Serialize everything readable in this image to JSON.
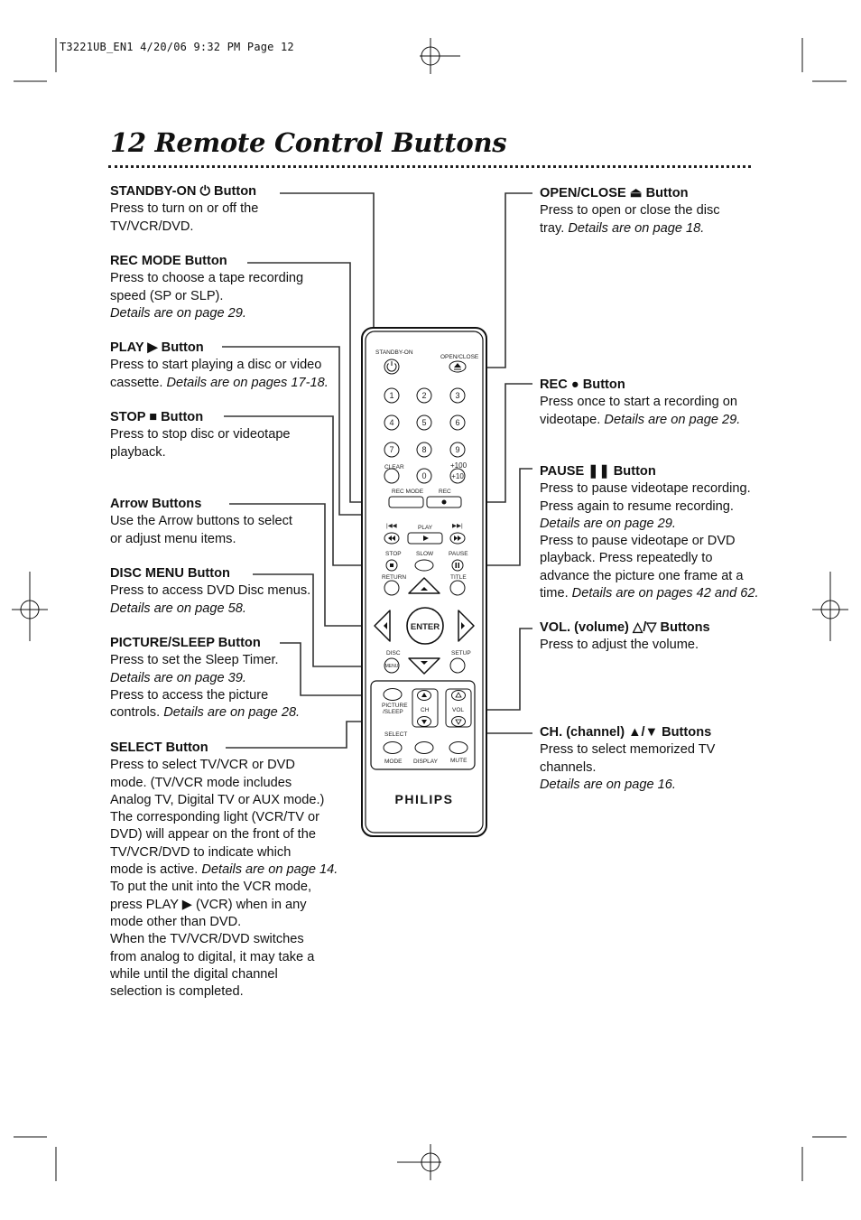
{
  "slug": "T3221UB_EN1  4/20/06  9:32 PM  Page 12",
  "page_title": "12  Remote Control Buttons",
  "left": {
    "standby": {
      "head": "STANDBY-ON ⏻  Button",
      "body": [
        "Press to turn on or off the",
        "TV/VCR/DVD."
      ]
    },
    "recmode": {
      "head": "REC MODE Button",
      "body": [
        "Press to choose a tape recording",
        "speed (SP or SLP)."
      ],
      "details": "Details are on page 29."
    },
    "play": {
      "head": "PLAY ▶  Button",
      "body": [
        "Press to start playing a disc or video"
      ],
      "last": "cassette.",
      "details": " Details are on pages 17-18."
    },
    "stop": {
      "head": "STOP ■  Button",
      "body": [
        "Press to stop disc or videotape",
        "playback."
      ]
    },
    "arrow": {
      "head": "Arrow Buttons",
      "body": [
        "Use the Arrow buttons to select",
        "or adjust menu items."
      ]
    },
    "discmenu": {
      "head": "DISC MENU Button",
      "body": [
        "Press to access DVD Disc menus."
      ],
      "details": "Details are on page 58."
    },
    "picture": {
      "head": "PICTURE/SLEEP Button",
      "body": [
        "Press to set the Sleep Timer."
      ],
      "details": "Details are on page 39.",
      "body2": [
        "Press to access the picture"
      ],
      "last": "controls.",
      "details2": " Details are on page 28."
    },
    "select": {
      "head": "SELECT Button",
      "body": [
        "Press to select TV/VCR or DVD",
        "mode. (TV/VCR mode includes",
        "Analog TV, Digital TV or AUX mode.)",
        "The corresponding light (VCR/TV or",
        "DVD) will appear on the front of the",
        "TV/VCR/DVD to indicate which"
      ],
      "last": "mode is active.",
      "details": " Details are on page 14.",
      "body2": [
        "To put the unit into the VCR mode,",
        "press PLAY ▶ (VCR) when in any",
        "mode other than DVD.",
        "When the TV/VCR/DVD switches",
        "from analog to digital, it may take a",
        "while until the digital channel",
        "selection is completed."
      ]
    }
  },
  "right": {
    "openclose": {
      "head": "OPEN/CLOSE ⏏  Button",
      "body": [
        "Press to open or close the disc"
      ],
      "last": "tray.",
      "details": " Details are on page 18."
    },
    "rec": {
      "head": "REC ●  Button",
      "body": [
        "Press once to start a recording on"
      ],
      "last": "videotape.",
      "details": " Details are on page 29."
    },
    "pause": {
      "head": "PAUSE ❚❚  Button",
      "body": [
        "Press to pause videotape recording.",
        "Press again to resume recording."
      ],
      "details": "Details are on page 29.",
      "body2": [
        "Press to pause videotape or DVD",
        "playback. Press repeatedly to",
        "advance the picture one frame at a"
      ],
      "last": "time.",
      "details2": " Details are on pages 42 and 62."
    },
    "vol": {
      "head": "VOL. (volume) △/▽  Buttons",
      "body": [
        "Press to adjust the volume."
      ]
    },
    "ch": {
      "head": "CH. (channel) ▲/▼  Buttons",
      "body": [
        "Press to select memorized TV",
        "channels."
      ],
      "details": "Details are on page 16."
    }
  },
  "remote": {
    "standby_label": "STANDBY-ON",
    "openclose_label": "OPEN/CLOSE",
    "num": [
      "1",
      "2",
      "3",
      "4",
      "5",
      "6",
      "7",
      "8",
      "9",
      "0"
    ],
    "clear": "CLEAR",
    "plus100": "+100",
    "plus10": "+10",
    "recmode": "REC MODE",
    "rec": "REC",
    "play": "PLAY",
    "stop": "STOP",
    "slow": "SLOW",
    "pause": "PAUSE",
    "return": "RETURN",
    "title": "TITLE",
    "enter": "ENTER",
    "disc": "DISC",
    "menu": "MENU",
    "setup": "SETUP",
    "picture": "PICTURE",
    "sleep": "/SLEEP",
    "ch": "CH",
    "vol": "VOL",
    "select": "SELECT",
    "mode": "MODE",
    "display": "DISPLAY",
    "mute": "MUTE",
    "brand": "PHILIPS"
  }
}
